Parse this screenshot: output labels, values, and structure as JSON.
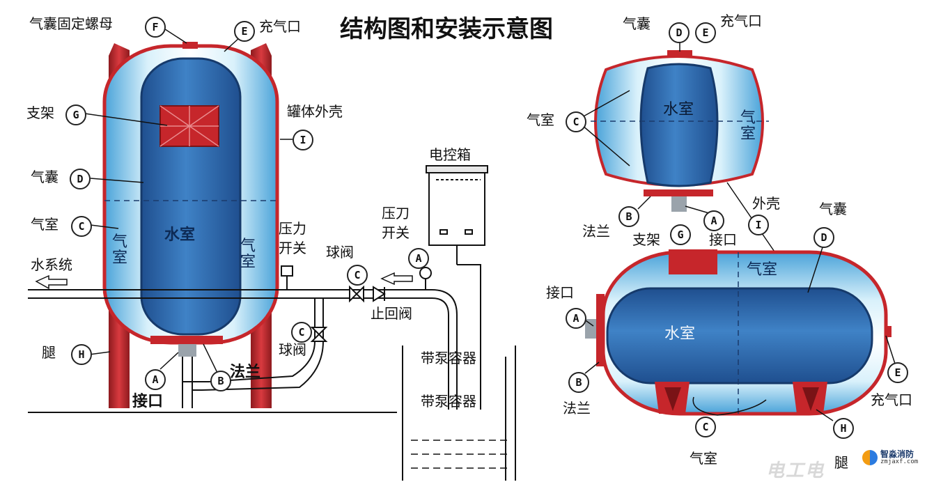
{
  "title": "结构图和安装示意图",
  "left_tank": {
    "labels": {
      "bladder_nut": "气囊固定螺母",
      "charge_port": "充气口",
      "bracket": "支架",
      "shell": "罐体外壳",
      "bladder": "气囊",
      "air_chamber": "气室",
      "water_chamber": "水室",
      "air_char": "气",
      "room_char": "室",
      "leg": "腿",
      "flange": "法兰",
      "port": "接口"
    },
    "markers": {
      "F": "F",
      "E": "E",
      "G": "G",
      "I": "I",
      "D": "D",
      "C": "C",
      "H": "H",
      "A": "A",
      "B": "B"
    }
  },
  "piping": {
    "water_system": "水系统",
    "pressure_switch_line1": "压力",
    "pressure_switch_line2": "开关",
    "ball_valve": "球阀",
    "ball_valve_2": "球阀",
    "check_valve": "止回阀",
    "gauge_switch_line1": "压刀",
    "gauge_switch_line2": "开关",
    "control_box": "电控箱",
    "pump_container_1": "带泵容器",
    "pump_container_2": "带泵容器",
    "markers": {
      "C1": "C",
      "A": "A",
      "C2": "C"
    }
  },
  "top_right_tank": {
    "labels": {
      "bladder": "气囊",
      "charge_port": "充气口",
      "air_chamber": "气室",
      "water_chamber": "水室",
      "air_char": "气",
      "room_char": "室",
      "flange": "法兰",
      "port": "接口",
      "shell": "外壳"
    },
    "markers": {
      "D": "D",
      "E": "E",
      "C": "C",
      "B": "B",
      "A": "A",
      "I": "I"
    }
  },
  "horizontal_tank": {
    "labels": {
      "bracket": "支架",
      "port_top": "接口",
      "bladder": "气囊",
      "air_chamber_inner": "气室",
      "water_chamber": "水室",
      "port_left": "接口",
      "flange": "法兰",
      "charge_port": "充气口",
      "air_chamber_bottom": "气室",
      "leg": "腿"
    },
    "markers": {
      "G": "G",
      "D": "D",
      "A": "A",
      "B": "B",
      "E": "E",
      "C": "C",
      "H": "H"
    }
  },
  "brand": {
    "name": "智淼消防",
    "url": "zmjaxf.com"
  },
  "watermark": "电工电",
  "colors": {
    "tank_red": "#c6262b",
    "water_blue": "#2f6fb0",
    "air_light": "#bfe3f7"
  }
}
